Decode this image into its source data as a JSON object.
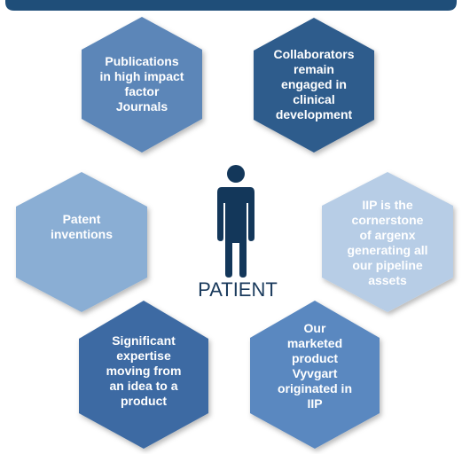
{
  "colors": {
    "top_bar": "#1f4e79",
    "hex_top_left": "#5b86b8",
    "hex_top_right": "#2f5b8c",
    "hex_mid_left": "#8aaed4",
    "hex_mid_right": "#b7cde6",
    "hex_bottom_left": "#3d6ba3",
    "hex_bottom_right": "#5a88c0",
    "person": "#13375a"
  },
  "icons": {
    "person": "person-icon"
  },
  "hexagons": [
    {
      "label": "Publications\nin high impact\nfactor\nJournals"
    },
    {
      "label": "Collaborators\nremain\nengaged in\nclinical\ndevelopment"
    },
    {
      "label": "Patent\ninventions"
    },
    {
      "label": "IIP is the\ncornerstone\nof argenx\ngenerating all\nour pipeline\nassets"
    },
    {
      "label": "Significant\nexpertise\nmoving from\nan idea to a\nproduct"
    },
    {
      "label": "Our\nmarketed\nproduct\nVyvgart\noriginated in\nIIP"
    }
  ],
  "center": {
    "label": "PATIENT"
  }
}
